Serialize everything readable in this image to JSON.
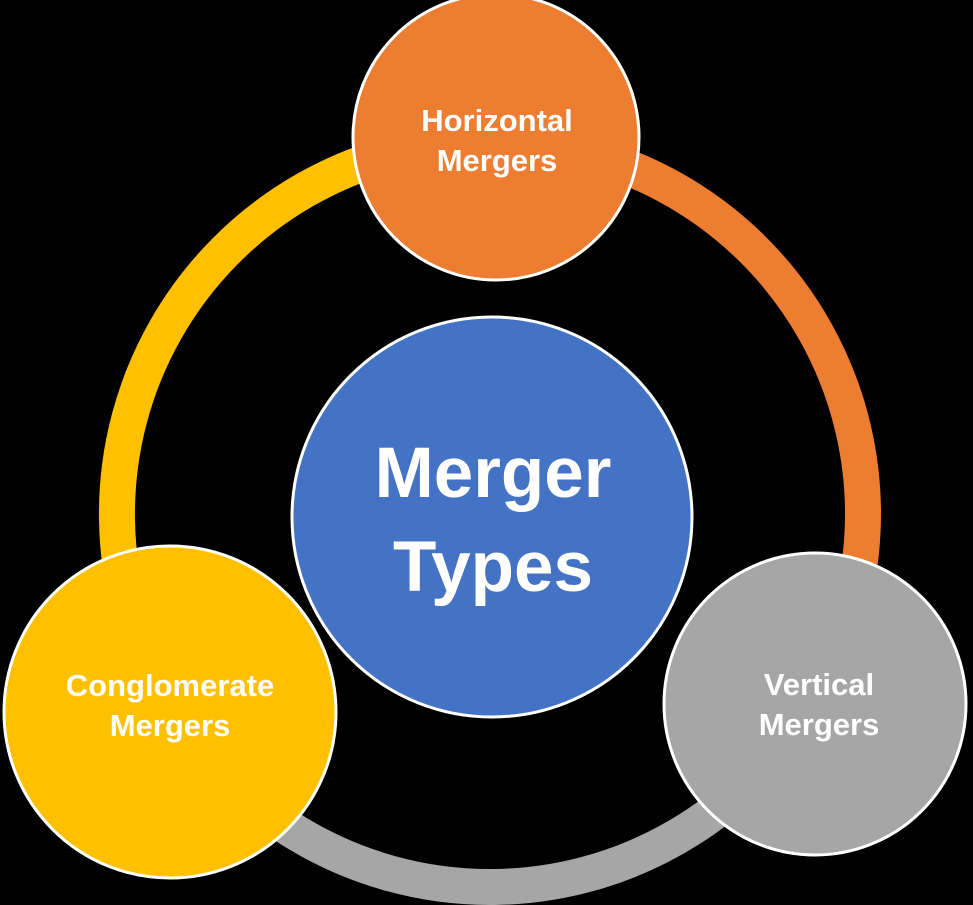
{
  "diagram": {
    "title": "Merger Types",
    "background_color": "#000000",
    "text_color": "#FFFFFF",
    "center_node": {
      "id": "merger-types",
      "lines": [
        "Merger",
        "Types"
      ],
      "color": "#4472C4"
    },
    "satellite_nodes": [
      {
        "id": "horizontal-mergers",
        "lines": [
          "Horizontal",
          "Mergers"
        ],
        "color": "#ED7D31",
        "position": "top"
      },
      {
        "id": "conglomerate-mergers",
        "lines": [
          "Conglomerate",
          "Mergers"
        ],
        "color": "#FFC000",
        "position": "bottom-left"
      },
      {
        "id": "vertical-mergers",
        "lines": [
          "Vertical",
          "Mergers"
        ],
        "color": "#A6A6A6",
        "position": "bottom-right"
      }
    ],
    "ring_segments": [
      {
        "id": "left-arc",
        "color": "#FFC000",
        "connects": "conglomerate-mergers-to-horizontal-mergers"
      },
      {
        "id": "right-arc",
        "color": "#ED7D31",
        "connects": "horizontal-mergers-to-vertical-mergers"
      },
      {
        "id": "bottom-arc",
        "color": "#A6A6A6",
        "connects": "vertical-mergers-to-conglomerate-mergers"
      }
    ]
  }
}
